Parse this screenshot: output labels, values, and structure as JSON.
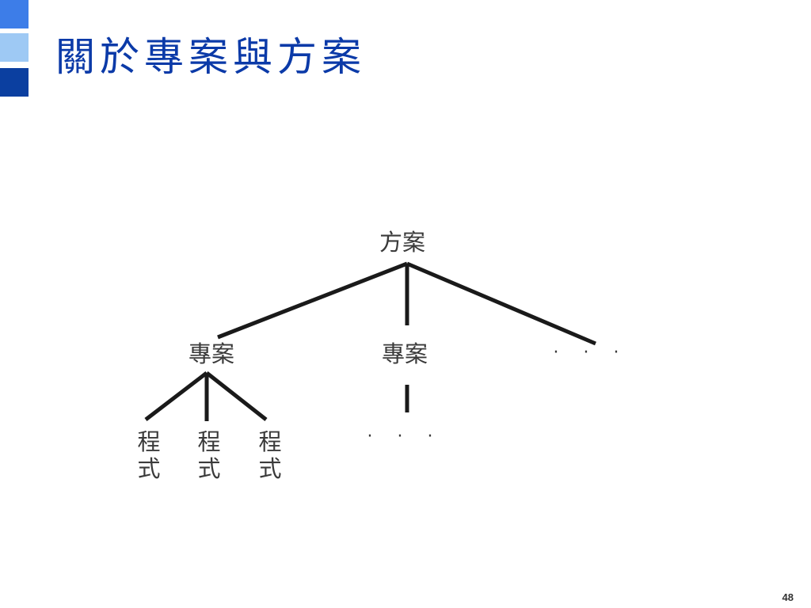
{
  "slide": {
    "title": "關於專案與方案",
    "page_number": "48"
  },
  "diagram": {
    "root": {
      "label": "方案"
    },
    "projects": [
      {
        "label": "專案"
      },
      {
        "label": "專案"
      }
    ],
    "more_projects": "· · ·",
    "programs": [
      {
        "line1": "程",
        "line2": "式"
      },
      {
        "line1": "程",
        "line2": "式"
      },
      {
        "line1": "程",
        "line2": "式"
      }
    ],
    "more_programs": "· · ·"
  },
  "colors": {
    "title": "#0b3aa8",
    "accent_top": "#3d7de8",
    "accent_middle": "#9ec9f4",
    "accent_bottom": "#0b3fa0",
    "edge": "#1a1a1a",
    "label": "#3a3a3a"
  }
}
